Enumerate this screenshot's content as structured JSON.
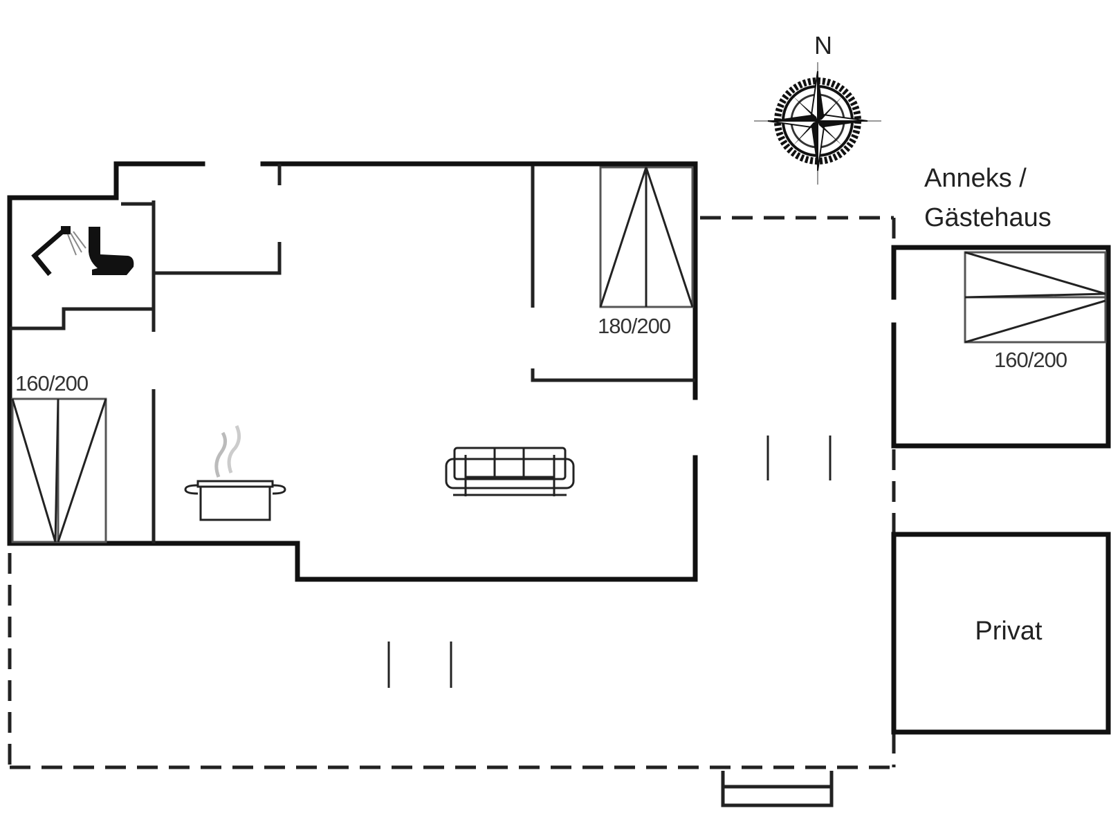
{
  "labels": {
    "compass_north": "N",
    "annex_line1": "Anneks /",
    "annex_line2": "Gästehaus",
    "private_room": "Privat",
    "bed_top_center": "180/200",
    "bed_left": "160/200",
    "bed_annex": "160/200"
  },
  "icons": {
    "compass": "compass-rose-icon",
    "toilet": "toilet-icon",
    "shower": "shower-icon",
    "cooking_pot": "cooking-pot-icon",
    "sofa": "sofa-icon"
  },
  "colors": {
    "wall": "#111111",
    "background": "#ffffff"
  }
}
